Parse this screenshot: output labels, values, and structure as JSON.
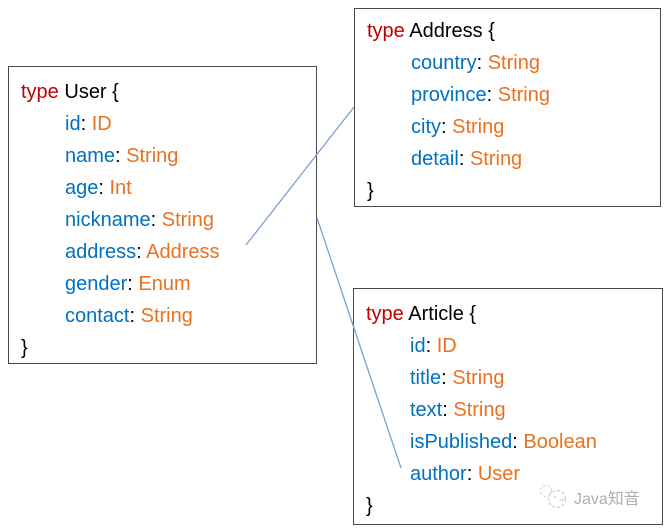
{
  "colors": {
    "keyword": "#C00000",
    "field_name": "#0070C0",
    "field_type": "#E8721F",
    "plain_text": "#000000",
    "box_border": "#4A4A4A",
    "connector": "#7C9FD4",
    "watermark": "#B0B0B0",
    "background": "#FFFFFF"
  },
  "syntax": {
    "colon": ": "
  },
  "boxes": [
    {
      "keyword": "type",
      "name": "User",
      "open_brace": "{",
      "close_brace": "}",
      "fields": [
        {
          "name": "id",
          "type": "ID"
        },
        {
          "name": "name",
          "type": "String"
        },
        {
          "name": "age",
          "type": "Int"
        },
        {
          "name": "nickname",
          "type": "String"
        },
        {
          "name": "address",
          "type": "Address"
        },
        {
          "name": "gender",
          "type": "Enum"
        },
        {
          "name": "contact",
          "type": "String"
        }
      ]
    },
    {
      "keyword": "type",
      "name": "Address",
      "open_brace": "{",
      "close_brace": "}",
      "fields": [
        {
          "name": "country",
          "type": "String"
        },
        {
          "name": "province",
          "type": "String"
        },
        {
          "name": "city",
          "type": "String"
        },
        {
          "name": "detail",
          "type": "String"
        }
      ]
    },
    {
      "keyword": "type",
      "name": "Article",
      "open_brace": "{",
      "close_brace": "}",
      "fields": [
        {
          "name": "id",
          "type": "ID"
        },
        {
          "name": "title",
          "type": "String"
        },
        {
          "name": "text",
          "type": "String"
        },
        {
          "name": "isPublished",
          "type": "Boolean"
        },
        {
          "name": "author",
          "type": "User"
        }
      ]
    }
  ],
  "connectors": [
    {
      "from": "User.address",
      "to": "Address"
    },
    {
      "from": "Article.author",
      "to": "User"
    }
  ],
  "watermark": {
    "icon": "javazhiyin-logo-icon",
    "text": "Java知音"
  }
}
